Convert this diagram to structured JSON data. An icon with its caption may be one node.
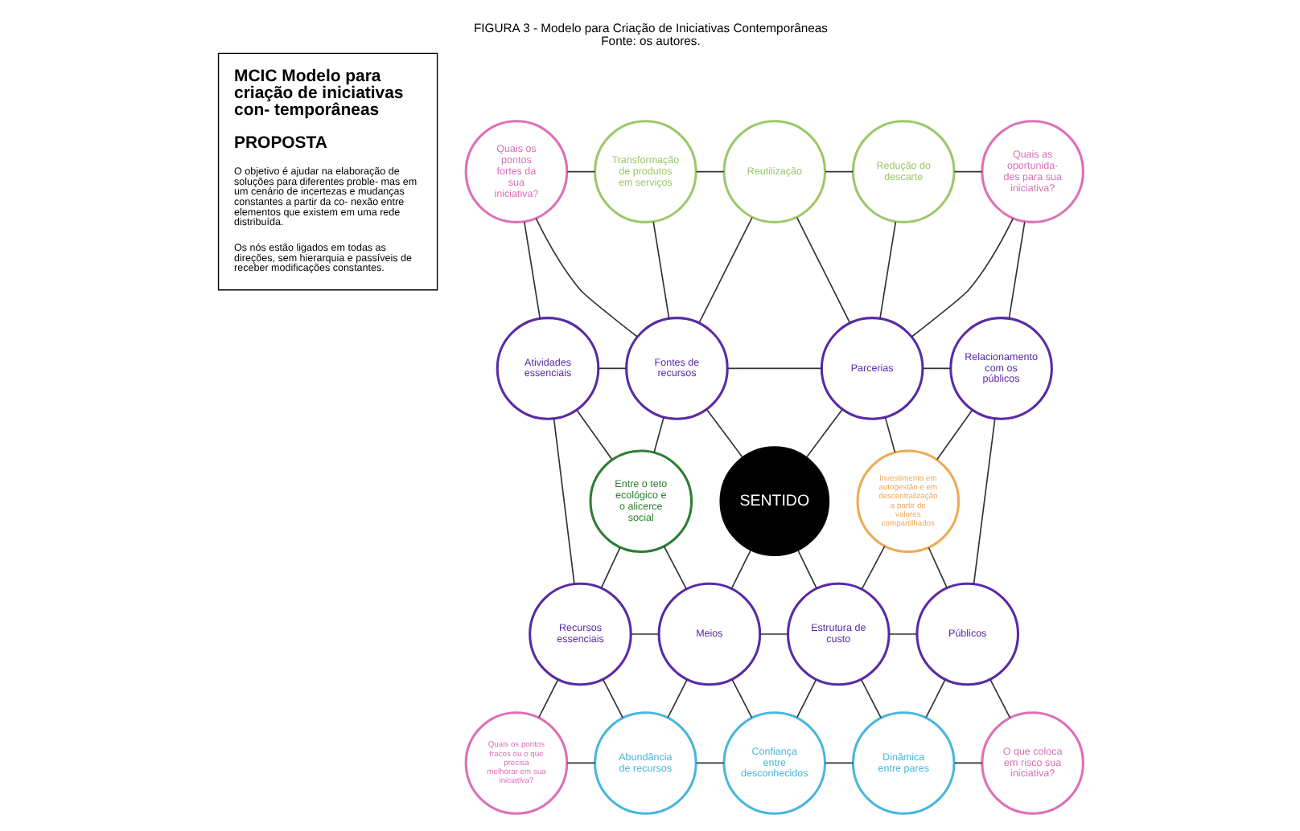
{
  "diagram": {
    "title": "FIGURA 3 - Modelo para Criação de Iniciativas Contemporâneas",
    "caption": "Fonte: os autores.",
    "nodes": [
      {
        "text": [
          "MCIC Modelo para criação de iniciativas con- temporâneas",
          "PROPOSTA",
          "O objetivo é ajudar na elaboração de soluções para diferentes proble- mas em um cenário de incertezas e mudanças constantes a partir da co- nexão entre elementos que existem em uma rede distribuída.",
          "Os nós estão ligados em todas as direções, sem hierarquia e passíveis de receber modificações constantes."
        ]
      },
      {
        "text": [
          "Quais os pontos fortes da sua iniciativa?"
        ]
      },
      {
        "text": [
          "Transformação de produtos em serviços"
        ]
      },
      {
        "text": [
          "Reutilização"
        ]
      },
      {
        "text": [
          "Redução do descarte"
        ]
      },
      {
        "text": [
          "Quais as oportunida- des para sua iniciativa?"
        ]
      },
      {
        "text": [
          "Atividades essenciais"
        ]
      },
      {
        "text": [
          "Fontes de recursos"
        ]
      },
      {
        "text": [
          "Parcerias"
        ]
      },
      {
        "text": [
          "Relacionamento com os públicos"
        ]
      },
      {
        "text": [
          "Entre o teto ecológico e o alicerce social"
        ]
      },
      {
        "text": [
          "SENTIDO"
        ]
      },
      {
        "text": [
          "Investimento em autogestão e em descentralização a partir de valores compartilhados"
        ]
      },
      {
        "text": [
          "Recursos essenciais"
        ]
      },
      {
        "text": [
          "Públicos"
        ]
      },
      {
        "text": [
          "Meios"
        ]
      },
      {
        "text": [
          "Estrutura de custo"
        ]
      },
      {
        "text": [
          "Quais os pontos fracos ou o que precisa melhorar em sua iniciativa?"
        ]
      },
      {
        "text": [
          "Abundância de recursos"
        ]
      },
      {
        "text": [
          "Confiança entre desconhecidos"
        ]
      },
      {
        "text": [
          "Dinâmica entre pares"
        ]
      },
      {
        "text": [
          "O que coloca em risco sua iniciativa?"
        ]
      }
    ],
    "edges": [
      {
        "from": 1,
        "to": 2,
        "arrow": "none"
      },
      {
        "from": 2,
        "to": 3,
        "arrow": "none"
      },
      {
        "from": 3,
        "to": 4,
        "arrow": "none"
      },
      {
        "from": 4,
        "to": 5,
        "arrow": "none"
      },
      {
        "from": 1,
        "to": 6,
        "arrow": "none"
      },
      {
        "from": 1,
        "to": 7,
        "arrow": "none"
      },
      {
        "from": 2,
        "to": 7,
        "arrow": "none"
      },
      {
        "from": 3,
        "to": 7,
        "arrow": "none"
      },
      {
        "from": 3,
        "to": 8,
        "arrow": "none"
      },
      {
        "from": 4,
        "to": 8,
        "arrow": "none"
      },
      {
        "from": 5,
        "to": 8,
        "arrow": "none"
      },
      {
        "from": 5,
        "to": 9,
        "arrow": "none"
      },
      {
        "from": 6,
        "to": 7,
        "arrow": "none"
      },
      {
        "from": 7,
        "to": 8,
        "arrow": "none"
      },
      {
        "from": 6,
        "to": 10,
        "arrow": "none"
      },
      {
        "from": 6,
        "to": 13,
        "arrow": "none"
      },
      {
        "from": 10,
        "to": 7,
        "arrow": "none"
      },
      {
        "from": 7,
        "to": 11,
        "arrow": "none"
      },
      {
        "from": 8,
        "to": 11,
        "arrow": "none"
      },
      {
        "from": 8,
        "to": 9,
        "arrow": "none"
      },
      {
        "from": 8,
        "to": 12,
        "arrow": "none"
      },
      {
        "from": 9,
        "to": 12,
        "arrow": "none"
      },
      {
        "from": 9,
        "to": 14,
        "arrow": "none"
      },
      {
        "from": 10,
        "to": 13,
        "arrow": "none"
      },
      {
        "from": 10,
        "to": 15,
        "arrow": "none"
      },
      {
        "from": 11,
        "to": 15,
        "arrow": "none"
      },
      {
        "from": 11,
        "to": 16,
        "arrow": "none"
      },
      {
        "from": 12,
        "to": 16,
        "arrow": "none"
      },
      {
        "from": 12,
        "to": 14,
        "arrow": "none"
      },
      {
        "from": 13,
        "to": 15,
        "arrow": "none"
      },
      {
        "from": 13,
        "to": 17,
        "arrow": "none"
      },
      {
        "from": 13,
        "to": 18,
        "arrow": "none"
      },
      {
        "from": 15,
        "to": 16,
        "arrow": "none"
      },
      {
        "from": 16,
        "to": 14,
        "arrow": "none"
      },
      {
        "from": 15,
        "to": 18,
        "arrow": "none"
      },
      {
        "from": 15,
        "to": 19,
        "arrow": "none"
      },
      {
        "from": 16,
        "to": 19,
        "arrow": "none"
      },
      {
        "from": 16,
        "to": 20,
        "arrow": "none"
      },
      {
        "from": 14,
        "to": 20,
        "arrow": "none"
      },
      {
        "from": 14,
        "to": 21,
        "arrow": "none"
      },
      {
        "from": 17,
        "to": 18,
        "arrow": "none"
      },
      {
        "from": 18,
        "to": 19,
        "arrow": "none"
      },
      {
        "from": 19,
        "to": 20,
        "arrow": "none"
      },
      {
        "from": 20,
        "to": 21,
        "arrow": "none"
      }
    ]
  }
}
